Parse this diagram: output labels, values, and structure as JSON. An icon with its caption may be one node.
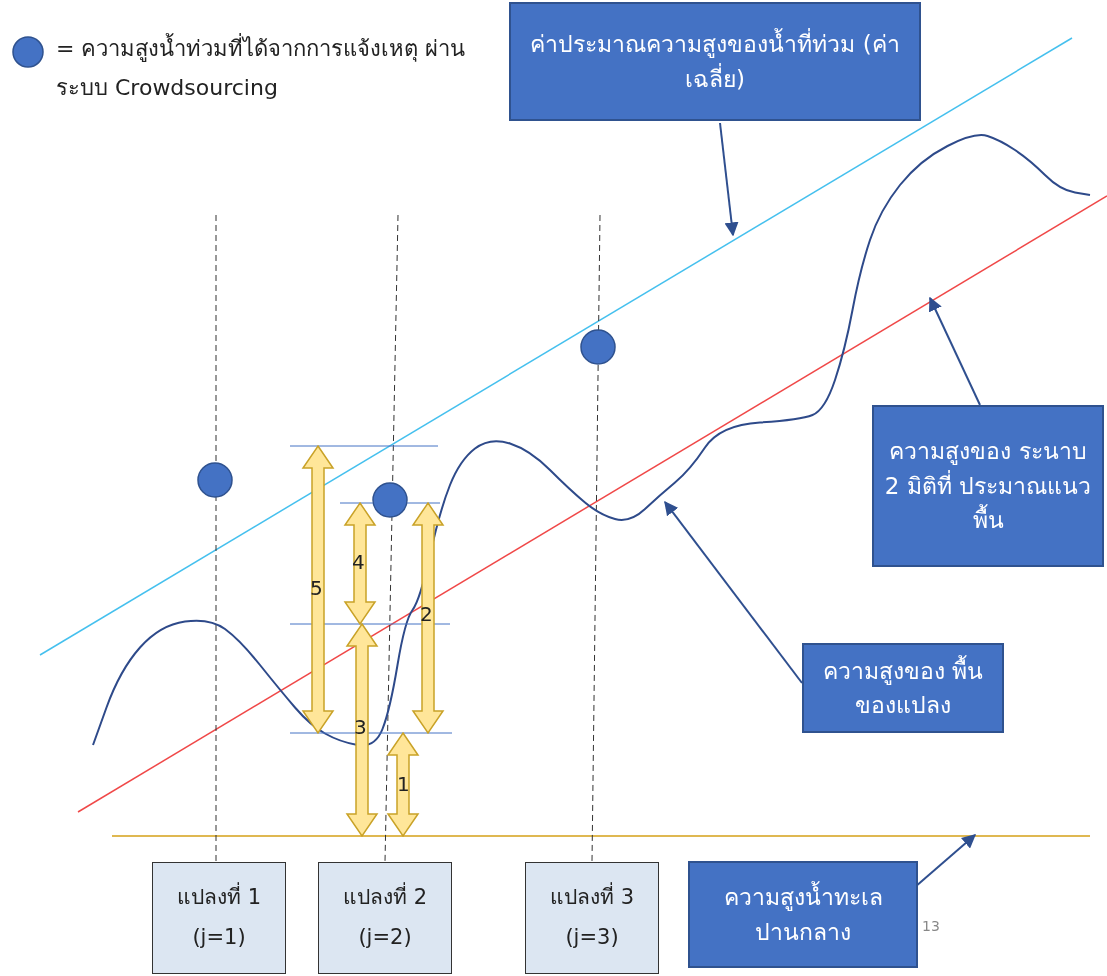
{
  "diagram": {
    "nodes": [
      {
        "text": [
          "ค่าประมาณความสูงของน้ำที่ท่วม (ค่าเฉลี่ย)"
        ]
      },
      {
        "text": [
          "ความสูงของ ระนาบ 2 มิติที่ ประมาณแนวพื้น"
        ]
      },
      {
        "text": [
          "ความสูงของ พื้นของแปลง"
        ]
      },
      {
        "text": [
          "ความสูงน้ำทะเล ปานกลาง"
        ]
      },
      {
        "text": [
          "แปลงที่ 1",
          "(j=1)"
        ]
      },
      {
        "text": [
          "แปลงที่ 2",
          "(j=2)"
        ]
      },
      {
        "text": [
          "แปลงที่ 3",
          "(j=3)"
        ]
      }
    ],
    "edges": [
      {
        "from": 0,
        "to": null,
        "arrow": "to"
      },
      {
        "from": 1,
        "to": null,
        "arrow": "to"
      },
      {
        "from": 2,
        "to": null,
        "arrow": "to"
      },
      {
        "from": 3,
        "to": null,
        "arrow": "to"
      }
    ],
    "labels": [
      "5",
      "4",
      "2",
      "3",
      "1",
      "13"
    ],
    "legend": [
      {
        "text": "= ความสูงน้ำท่วมที่ได้จากการแจ้งเหตุ ผ่านระบบ Crowdsourcing"
      }
    ]
  }
}
